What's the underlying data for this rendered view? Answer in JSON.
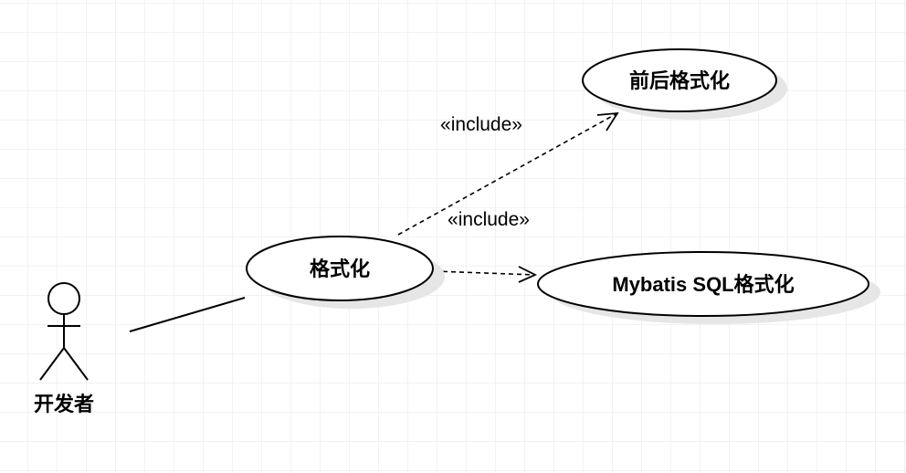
{
  "diagram": {
    "actor": {
      "label": "开发者"
    },
    "use_cases": {
      "format": {
        "label": "格式化"
      },
      "front_back_format": {
        "label": "前后格式化"
      },
      "mybatis_sql_format": {
        "label": "Mybatis SQL格式化"
      }
    },
    "relations": {
      "include_top": {
        "label": "«include»"
      },
      "include_bottom": {
        "label": "«include»"
      }
    }
  }
}
